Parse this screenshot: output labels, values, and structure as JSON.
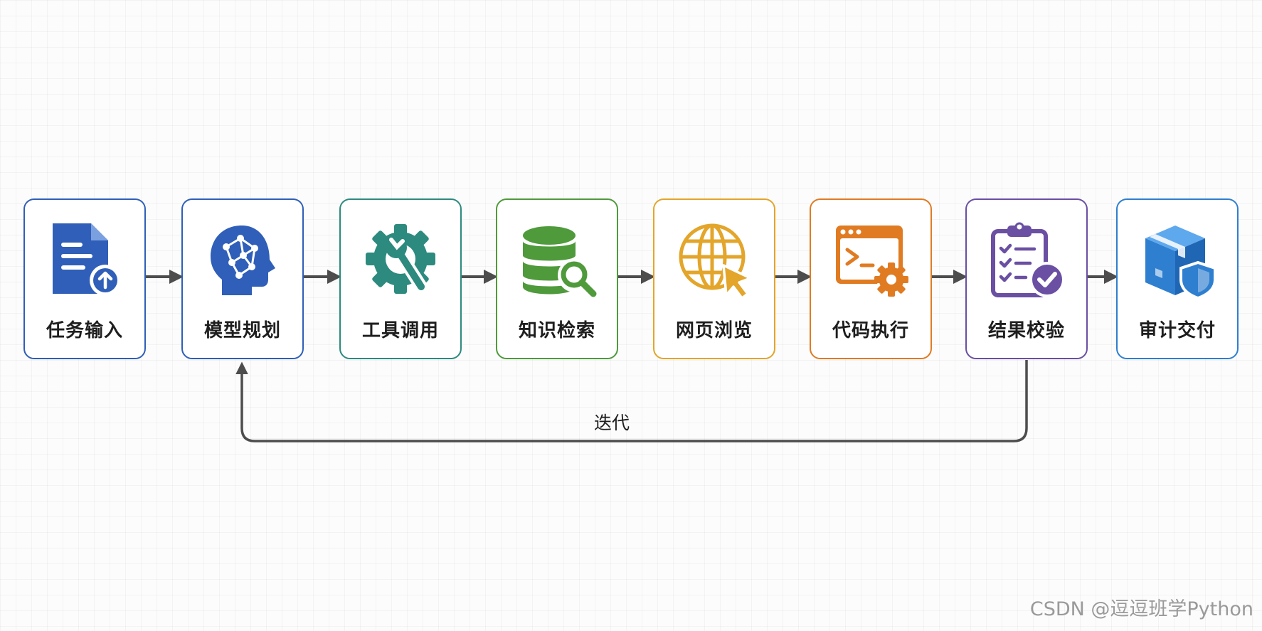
{
  "steps": [
    {
      "label": "任务输入",
      "icon": "document-upload-icon",
      "color": "#2f5fb8"
    },
    {
      "label": "模型规划",
      "icon": "ai-brain-icon",
      "color": "#2f5fb8"
    },
    {
      "label": "工具调用",
      "icon": "gear-wrench-icon",
      "color": "#2c8a7e"
    },
    {
      "label": "知识检索",
      "icon": "database-search-icon",
      "color": "#4f9a3b"
    },
    {
      "label": "网页浏览",
      "icon": "globe-cursor-icon",
      "color": "#e3a52a"
    },
    {
      "label": "代码执行",
      "icon": "terminal-gear-icon",
      "color": "#e07b22"
    },
    {
      "label": "结果校验",
      "icon": "clipboard-check-icon",
      "color": "#6a4fa3"
    },
    {
      "label": "审计交付",
      "icon": "package-shield-icon",
      "color": "#2f7fd0"
    }
  ],
  "loop": {
    "label": "迭代",
    "from": "结果校验",
    "to": "模型规划"
  },
  "watermark": "CSDN @逗逗班学Python",
  "colors": {
    "arrow": "#4d4d4d",
    "text": "#1e1e1e"
  }
}
